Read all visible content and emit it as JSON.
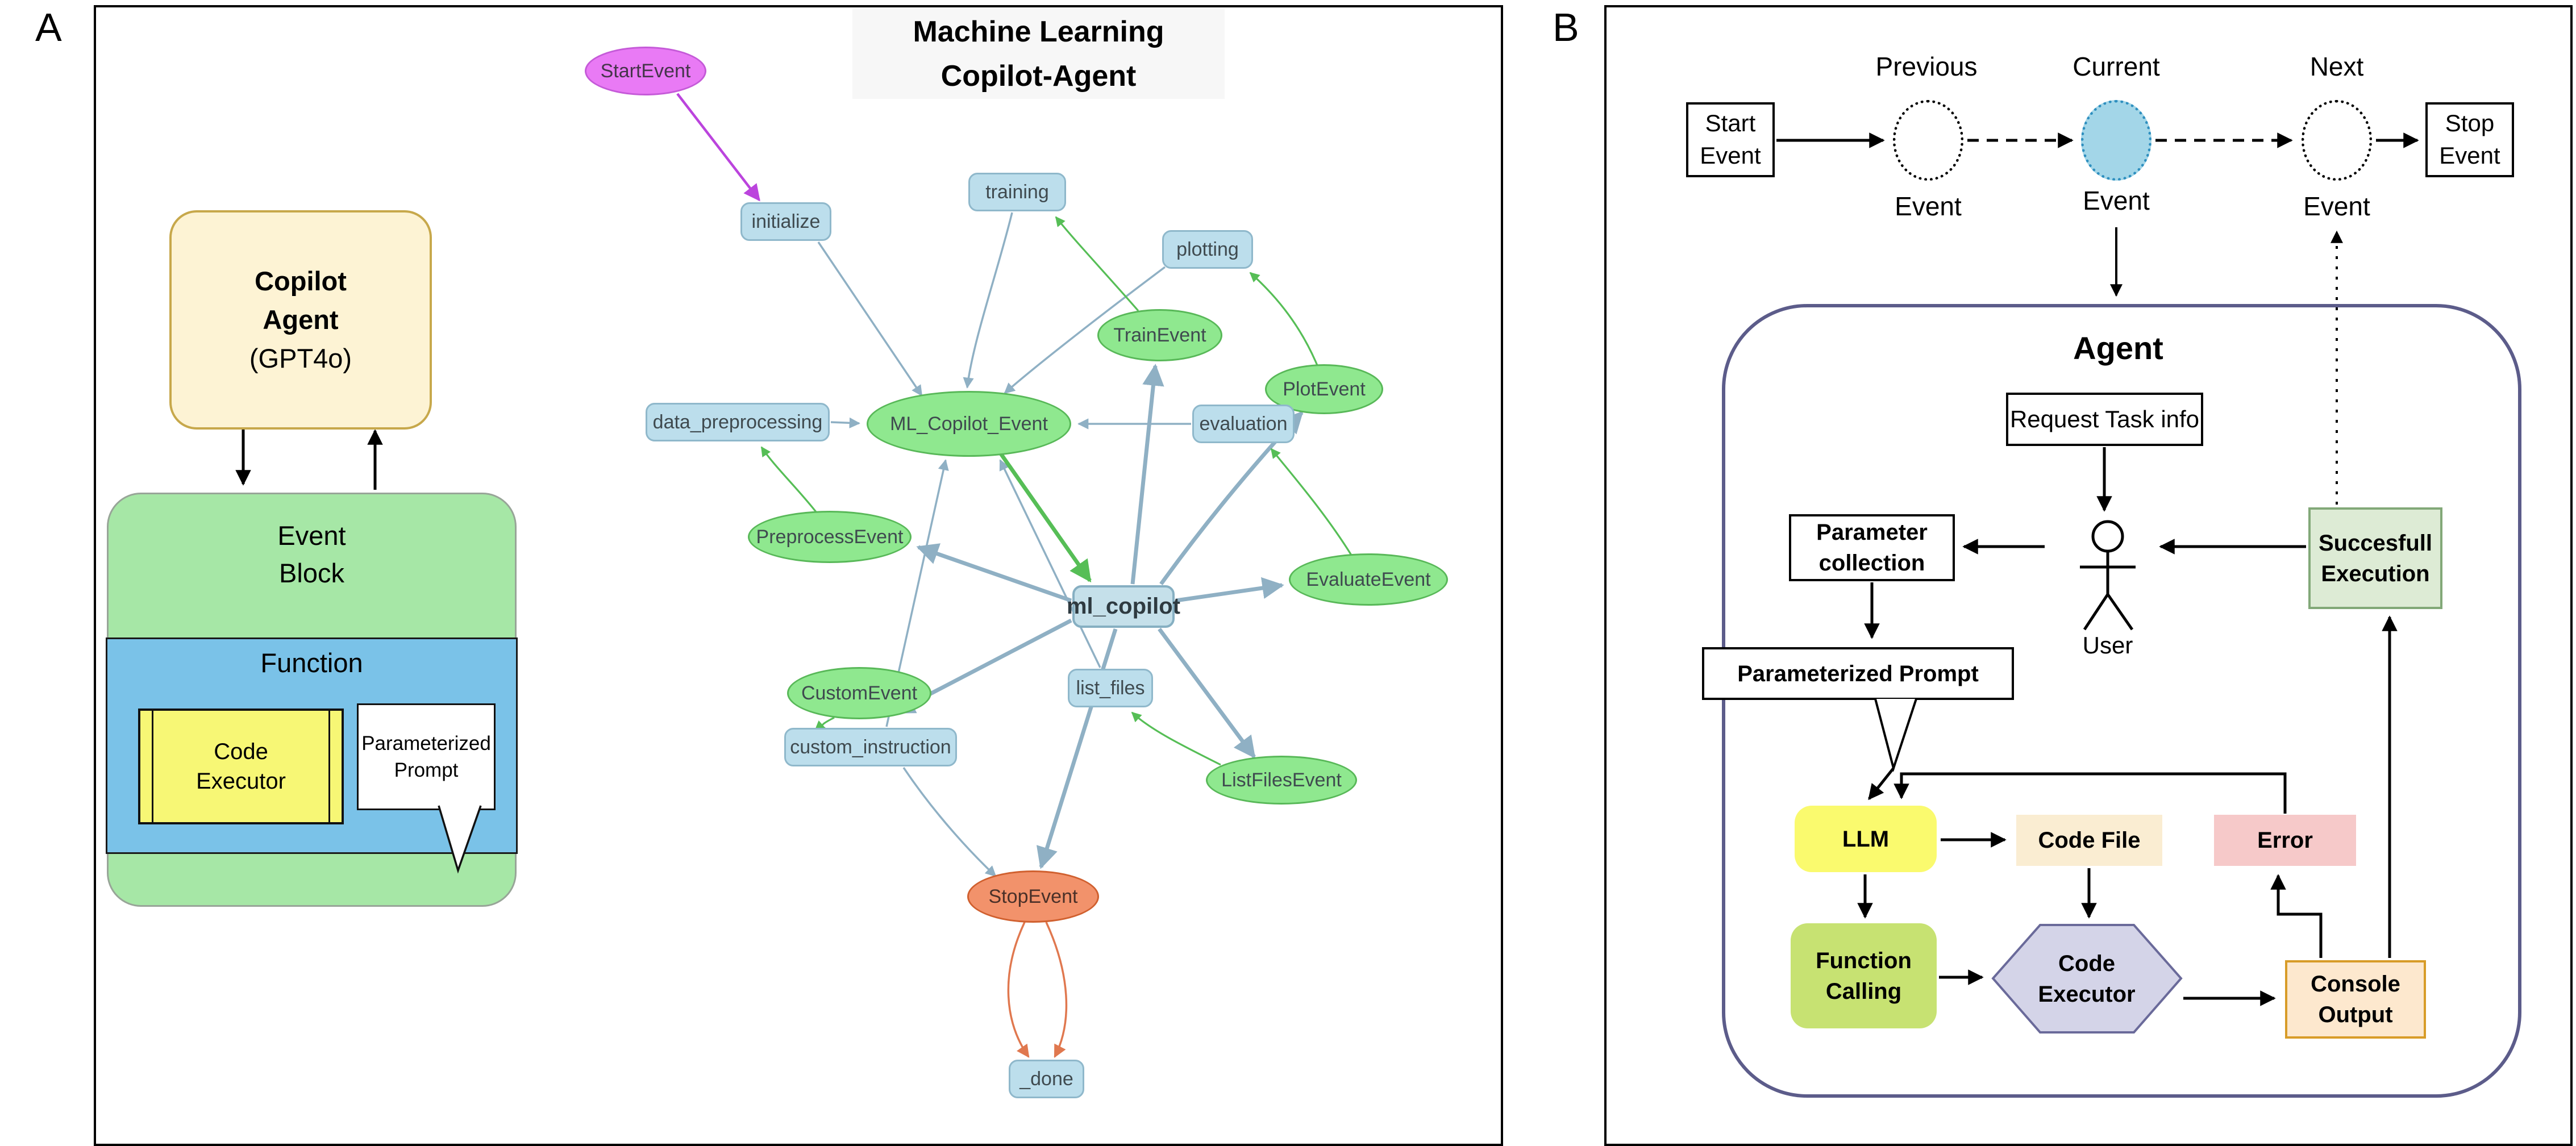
{
  "panel_a": {
    "label": "A",
    "diagram_title_line1": "Machine Learning",
    "diagram_title_line2": "Copilot-Agent",
    "copilot_box": {
      "line1": "Copilot",
      "line2": "Agent",
      "line3": "(GPT4o)"
    },
    "event_block": {
      "line1": "Event",
      "line2": "Block"
    },
    "function_label": "Function",
    "code_executor": {
      "line1": "Code",
      "line2": "Executor"
    },
    "prompt_bubble": {
      "line1": "Parameterized",
      "line2": "Prompt"
    },
    "graph_nodes": [
      {
        "label": "StartEvent",
        "type": "start"
      },
      {
        "label": "initialize",
        "type": "step"
      },
      {
        "label": "training",
        "type": "step"
      },
      {
        "label": "plotting",
        "type": "step"
      },
      {
        "label": "TrainEvent",
        "type": "event"
      },
      {
        "label": "PlotEvent",
        "type": "event"
      },
      {
        "label": "data_preprocessing",
        "type": "step"
      },
      {
        "label": "ML_Copilot_Event",
        "type": "event"
      },
      {
        "label": "evaluation",
        "type": "step"
      },
      {
        "label": "PreprocessEvent",
        "type": "event"
      },
      {
        "label": "EvaluateEvent",
        "type": "event"
      },
      {
        "label": "ml_copilot",
        "type": "hub"
      },
      {
        "label": "CustomEvent",
        "type": "event"
      },
      {
        "label": "list_files",
        "type": "step"
      },
      {
        "label": "custom_instruction",
        "type": "step"
      },
      {
        "label": "ListFilesEvent",
        "type": "event"
      },
      {
        "label": "StopEvent",
        "type": "stop"
      },
      {
        "label": "_done",
        "type": "step"
      }
    ]
  },
  "panel_b": {
    "label": "B",
    "timeline": {
      "start_line1": "Start",
      "start_line2": "Event",
      "stop_line1": "Stop",
      "stop_line2": "Event",
      "previous": "Previous",
      "current": "Current",
      "next": "Next",
      "event": "Event"
    },
    "agent": {
      "title": "Agent",
      "request_task": "Request Task info",
      "parameter_line1": "Parameter",
      "parameter_line2": "collection",
      "user": "User",
      "success_line1": "Succesfull",
      "success_line2": "Execution",
      "prompt": "Parameterized Prompt",
      "llm": "LLM",
      "code_file": "Code File",
      "error": "Error",
      "function_line1": "Function",
      "function_line2": "Calling",
      "executor_line1": "Code",
      "executor_line2": "Executor",
      "console_line1": "Console",
      "console_line2": "Output"
    }
  },
  "colors": {
    "steel_edge": "#8FB0C4",
    "green_edge": "#56BE56",
    "purple_edge": "#BB44DD",
    "orange_edge": "#E0784F",
    "node_blue_fill": "#BCDEEC",
    "node_green_fill": "#8FE88F",
    "start_purple_fill": "#E97AF5",
    "stop_orange_fill": "#F2926B",
    "copilot_yellow": "#FDF3D4",
    "event_block_green": "#A6E7A6",
    "function_blue": "#7AC2E8",
    "code_executor_yellow": "#F7F775",
    "agent_border": "#5C5C8A",
    "llm_yellow": "#FAFA6E",
    "code_file_cream": "#FAEDD2",
    "error_pink": "#F6C9C9",
    "function_calling_green": "#C7E272",
    "executor_hex_purple": "#D4D4E8",
    "console_peach": "#FDE8CE",
    "console_border": "#D89C28",
    "success_green": "#DDEBD5",
    "current_event_blue": "#A3D6E8"
  }
}
